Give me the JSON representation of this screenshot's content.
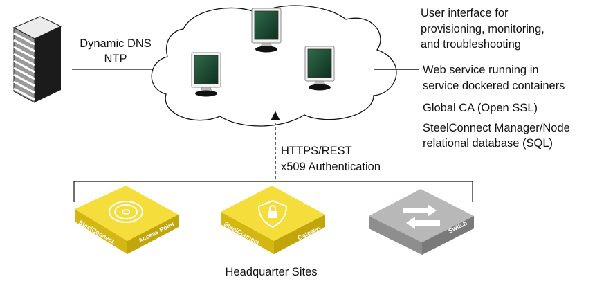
{
  "left_labels": {
    "line1": "Dynamic DNS",
    "line2": "NTP"
  },
  "right_labels": {
    "ui_line1": "User interface for",
    "ui_line2": "provisioning, monitoring,",
    "ui_line3": "and troubleshooting",
    "web_line1": "Web service running in",
    "web_line2": "service dockered containers",
    "global_ca": "Global CA (Open SSL)",
    "db_line1": "SteelConnect Manager/Node",
    "db_line2": "relational database (SQL)"
  },
  "link_labels": {
    "line1": "HTTPS/REST",
    "line2": "x509 Authentication"
  },
  "devices": {
    "ap": {
      "brand": "SteelConnect",
      "name": "Access Point",
      "color": "#e3c61c"
    },
    "gateway": {
      "brand": "SteelConnect",
      "name": "Gateway",
      "color": "#e3c61c"
    },
    "switch": {
      "name": "Switch",
      "color": "#9a9a9a"
    }
  },
  "footer": {
    "sites_label": "Headquarter Sites"
  },
  "icons": [
    "server-rack-icon",
    "monitor-icon",
    "wifi-icon",
    "shield-lock-icon",
    "switch-arrows-icon"
  ]
}
